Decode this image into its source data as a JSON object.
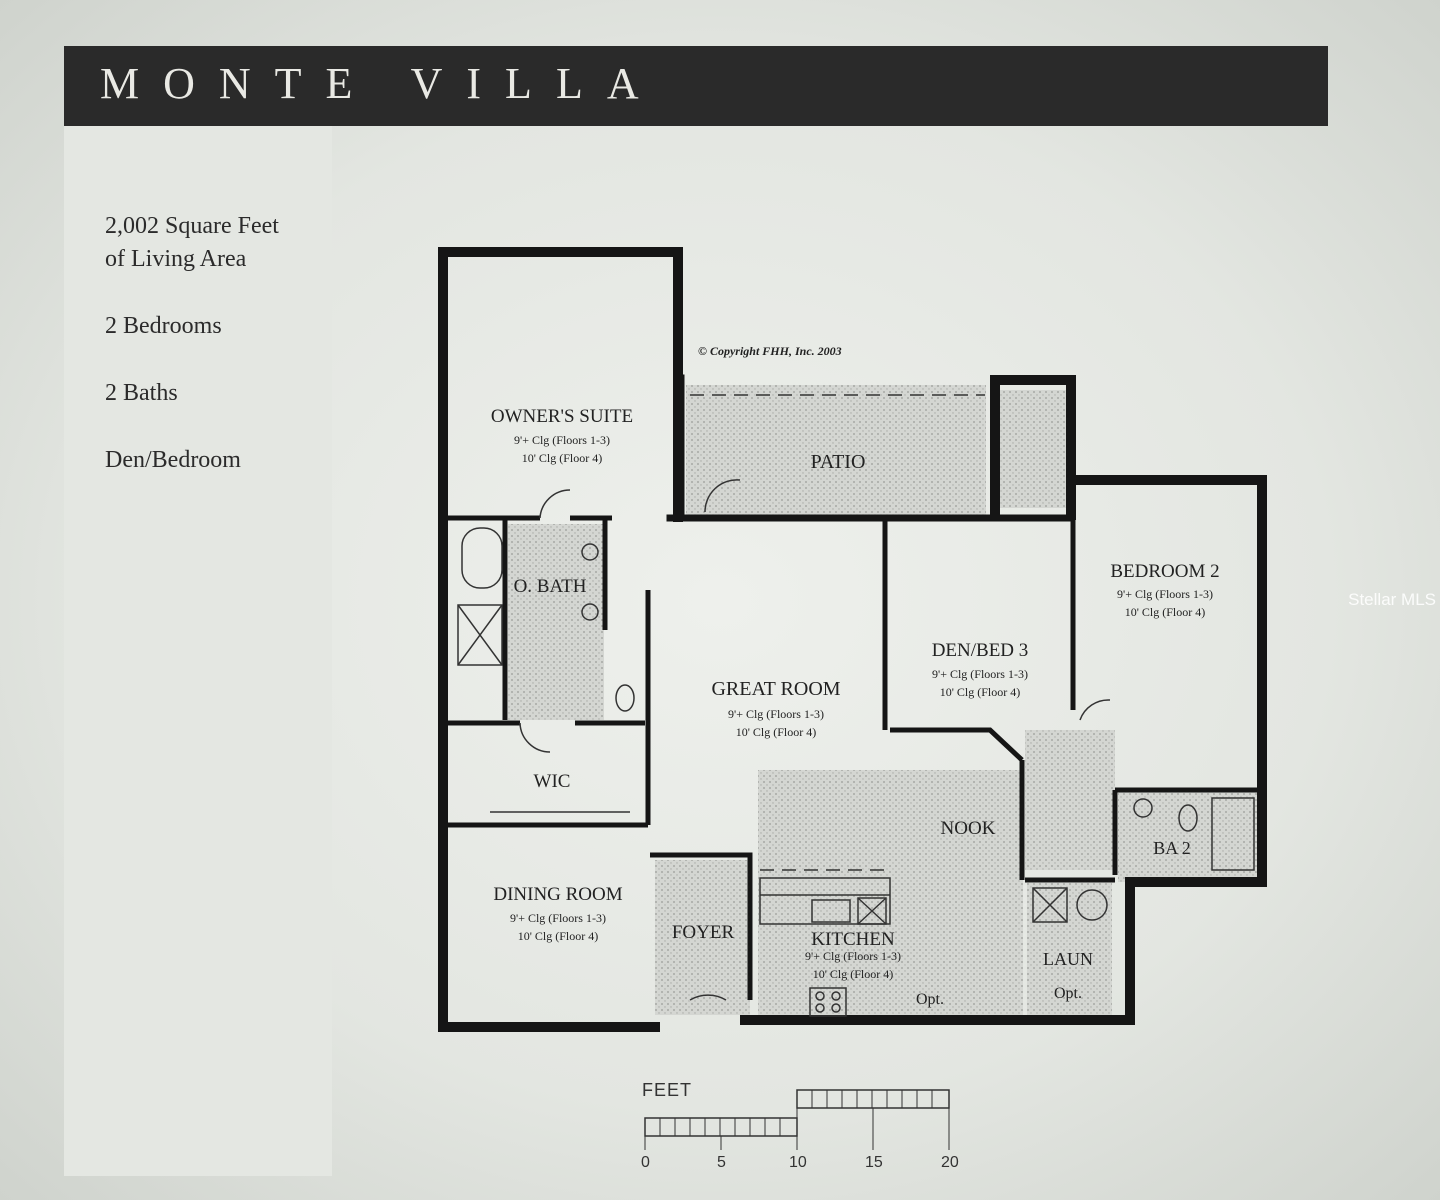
{
  "header": {
    "title": "MONTE VILLA"
  },
  "features": [
    "2,002 Square Feet",
    "of Living Area",
    "2 Bedrooms",
    "2 Baths",
    "Den/Bedroom"
  ],
  "copyright": "© Copyright FHH, Inc. 2003",
  "watermark": "Stellar MLS",
  "rooms": {
    "owners_suite": {
      "name": "OWNER'S SUITE",
      "ceiling1": "9'+ Clg (Floors 1-3)",
      "ceiling2": "10' Clg (Floor 4)"
    },
    "patio": {
      "name": "PATIO"
    },
    "bedroom2": {
      "name": "BEDROOM 2",
      "ceiling1": "9'+ Clg (Floors 1-3)",
      "ceiling2": "10' Clg (Floor 4)"
    },
    "obath": {
      "name": "O. BATH"
    },
    "great_room": {
      "name": "GREAT ROOM",
      "ceiling1": "9'+ Clg (Floors 1-3)",
      "ceiling2": "10' Clg (Floor 4)"
    },
    "den": {
      "name": "DEN/BED 3",
      "ceiling1": "9'+ Clg (Floors 1-3)",
      "ceiling2": "10' Clg (Floor 4)"
    },
    "wic": {
      "name": "WIC"
    },
    "nook": {
      "name": "NOOK"
    },
    "ba2": {
      "name": "BA 2"
    },
    "dining": {
      "name": "DINING ROOM",
      "ceiling1": "9'+ Clg (Floors 1-3)",
      "ceiling2": "10' Clg (Floor 4)"
    },
    "foyer": {
      "name": "FOYER"
    },
    "kitchen": {
      "name": "KITCHEN",
      "ceiling1": "9'+ Clg (Floors 1-3)",
      "ceiling2": "10' Clg (Floor 4)"
    },
    "laun": {
      "name": "LAUN"
    },
    "opt1": {
      "name": "Opt."
    },
    "opt2": {
      "name": "Opt."
    }
  },
  "scale": {
    "label": "FEET",
    "ticks": [
      "0",
      "5",
      "10",
      "15",
      "20"
    ]
  }
}
